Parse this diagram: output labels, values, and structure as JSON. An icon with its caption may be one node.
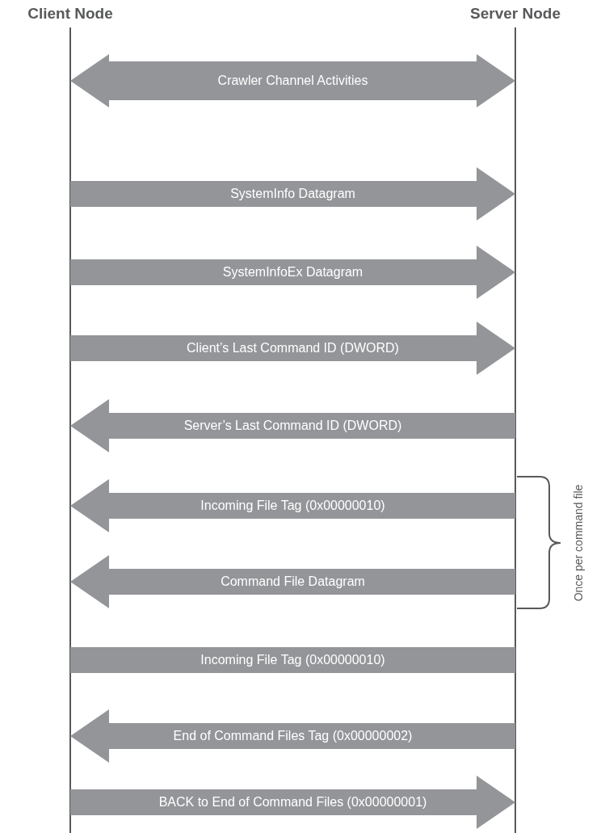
{
  "diagram": {
    "nodes": [
      {
        "text": [
          "Client Node"
        ]
      },
      {
        "text": [
          "Server Node"
        ]
      }
    ],
    "edges": [
      {
        "from": 0,
        "to": 1,
        "arrow": "both",
        "label": "Crawler Channel Activities"
      },
      {
        "from": 0,
        "to": 1,
        "arrow": "to",
        "label": "SystemInfo Datagram"
      },
      {
        "from": 0,
        "to": 1,
        "arrow": "to",
        "label": "SystemInfoEx Datagram"
      },
      {
        "from": 0,
        "to": 1,
        "arrow": "to",
        "label": "Client’s Last Command ID (DWORD)"
      },
      {
        "from": 1,
        "to": 0,
        "arrow": "to",
        "label": "Server’s Last Command ID (DWORD)"
      },
      {
        "from": 1,
        "to": 0,
        "arrow": "to",
        "label": "Incoming File Tag (0x00000010)"
      },
      {
        "from": 1,
        "to": 0,
        "arrow": "to",
        "label": "Command File Datagram"
      },
      {
        "from": 1,
        "to": 0,
        "arrow": "none",
        "label": "Incoming File Tag (0x00000010)"
      },
      {
        "from": 1,
        "to": 0,
        "arrow": "to",
        "label": "End of Command Files Tag (0x00000002)"
      },
      {
        "from": 0,
        "to": 1,
        "arrow": "to",
        "label": "BACK to End of Command Files (0x00000001)"
      }
    ],
    "labels": [
      "Once per command file"
    ]
  }
}
